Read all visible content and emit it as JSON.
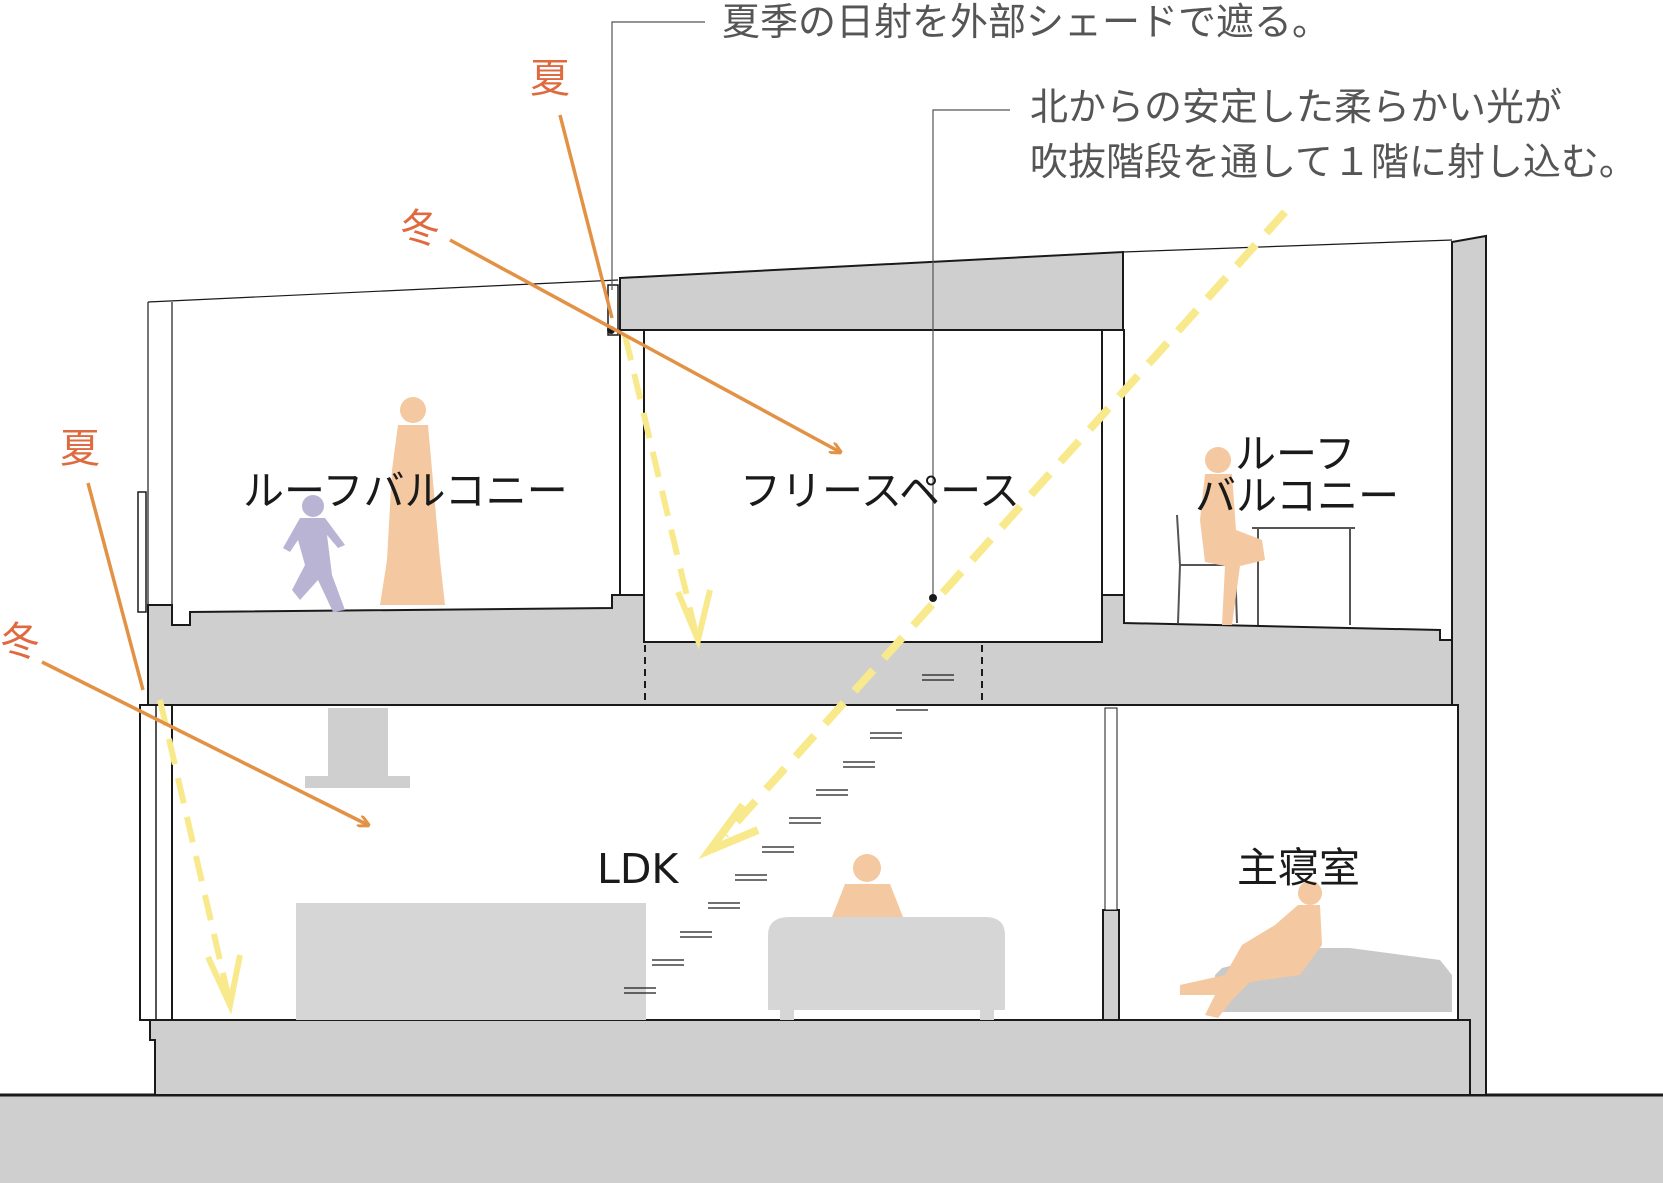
{
  "annotations": {
    "shade": "夏季の日射を外部シェードで遮る。",
    "north_light_1": "北からの安定した柔らかい光が",
    "north_light_2": "吹抜階段を通して１階に射し込む。"
  },
  "seasons": {
    "summer": "夏",
    "winter": "冬"
  },
  "rooms": {
    "roof_balcony_left": "ルーフバルコニー",
    "free_space": "フリースペース",
    "roof_balcony_right_1": "ルーフ",
    "roof_balcony_right_2": "バルコニー",
    "ldk": "LDK",
    "master_bedroom": "主寝室"
  },
  "colors": {
    "wall": "#cfcfcf",
    "ground": "#cfcfcf",
    "line": "#1a1a1a",
    "sun_arrow": "#e39245",
    "season_label": "#e06a3f",
    "north_light": "#f8ea8c",
    "person": "#f4c8a0",
    "child": "#b9b4d4",
    "furniture": "#d6d6d6",
    "annotation": "#555555"
  }
}
